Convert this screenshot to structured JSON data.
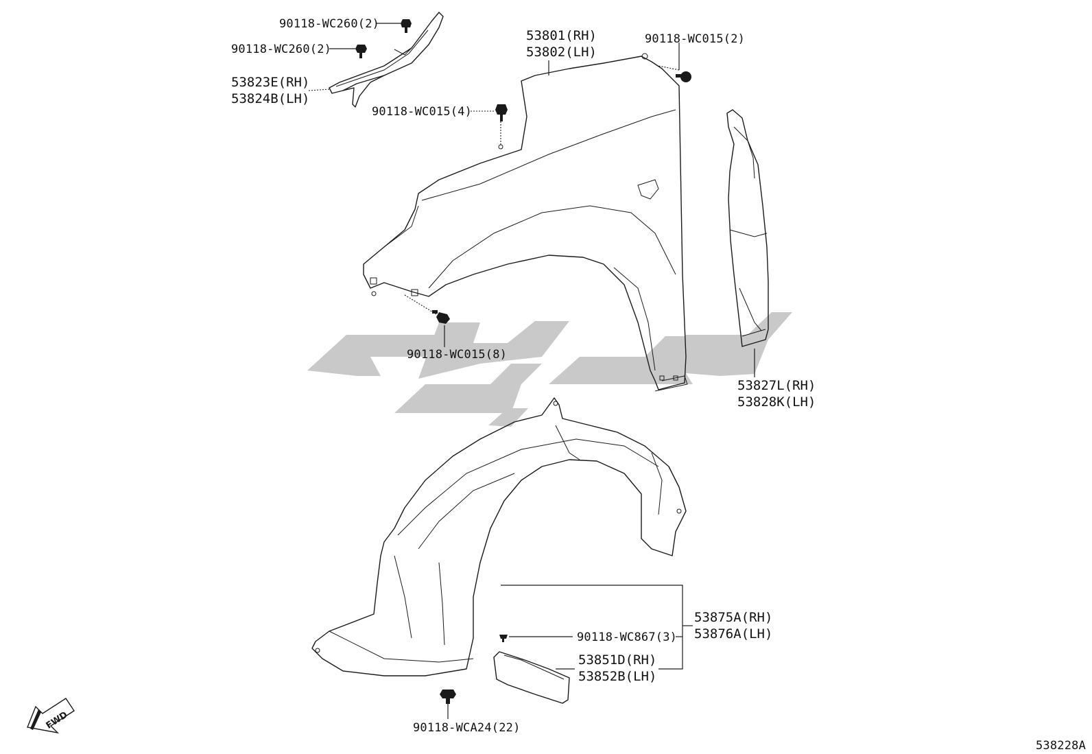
{
  "diagram": {
    "labels": {
      "clip_top_a": "90118-WC260(2)",
      "clip_top_b": "90118-WC260(2)",
      "seal_rh": "53823E(RH)",
      "seal_lh": "53824B(LH)",
      "fender_rh": "53801(RH)",
      "fender_lh": "53802(LH)",
      "bolt_top_right": "90118-WC015(2)",
      "bolt_upper": "90118-WC015(4)",
      "bolt_lower": "90118-WC015(8)",
      "protector_rh": "53827L(RH)",
      "protector_lh": "53828K(LH)",
      "liner_rh": "53875A(RH)",
      "liner_lh": "53876A(LH)",
      "screw_liner": "90118-WC867(3)",
      "mudguard_rh": "53851D(RH)",
      "mudguard_lh": "53852B(LH)",
      "clip_bottom": "90118-WCA24(22)",
      "fwd": "FWD",
      "diagram_code": "538228A"
    },
    "icons": {
      "fwd": "fwd-arrow-icon",
      "watermark": "watermark-logo"
    },
    "colors": {
      "line": "#1a1a1a",
      "watermark": "#c9c9c9",
      "background": "#ffffff"
    }
  }
}
